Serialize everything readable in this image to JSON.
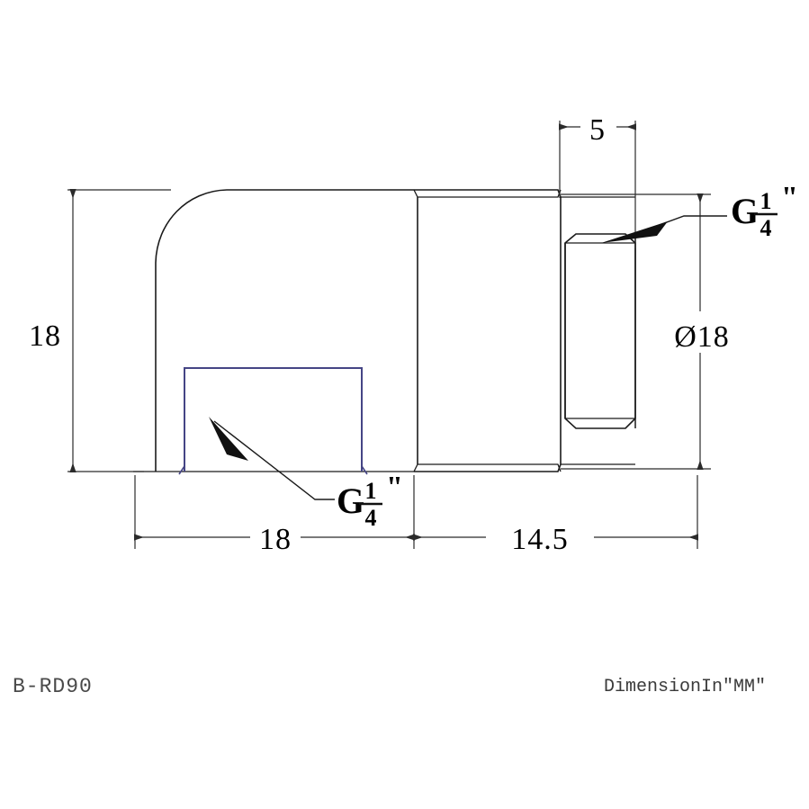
{
  "drawing": {
    "title": "B-RD90 elbow fitting technical drawing",
    "part_code": "B-RD90",
    "units_note": "DimensionIn\"MM\"",
    "colors": {
      "outline": "#1a1a1a",
      "dimension": "#2b2b2b",
      "internal_thread": "#454585",
      "background": "#ffffff",
      "footer_text": "#4a4a4a"
    },
    "dimensions": {
      "height_overall": "18",
      "length_body": "18",
      "length_nipple_section": "14.5",
      "thread_length": "5",
      "hex_diameter": "Ø18"
    },
    "thread_callouts": {
      "bottom_port": {
        "symbol": "G",
        "numerator": "1",
        "denominator": "4",
        "unit_mark": "\""
      },
      "right_port": {
        "symbol": "G",
        "numerator": "1",
        "denominator": "4",
        "unit_mark": "\""
      }
    }
  }
}
